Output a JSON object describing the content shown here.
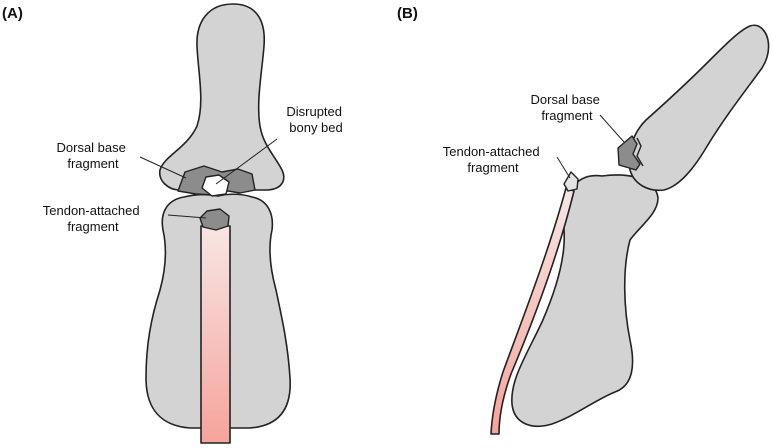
{
  "panels": {
    "a": {
      "label": "(A)",
      "callouts": {
        "dorsal_base_fragment": [
          "Dorsal base",
          "fragment"
        ],
        "disrupted_bony_bed": [
          "Disrupted",
          "bony bed"
        ],
        "tendon_attached_fragment": [
          "Tendon-attached",
          "fragment"
        ]
      }
    },
    "b": {
      "label": "(B)",
      "callouts": {
        "dorsal_base_fragment": [
          "Dorsal base",
          "fragment"
        ],
        "tendon_attached_fragment": [
          "Tendon-attached",
          "fragment"
        ]
      }
    }
  },
  "colors": {
    "bone_fill": "#d3d3d3",
    "fragment_fill": "#8c8c8c",
    "tendon_top": "#f7e6e4",
    "tendon_bottom": "#f6a39b",
    "outline": "#222222",
    "background": "#ffffff"
  }
}
